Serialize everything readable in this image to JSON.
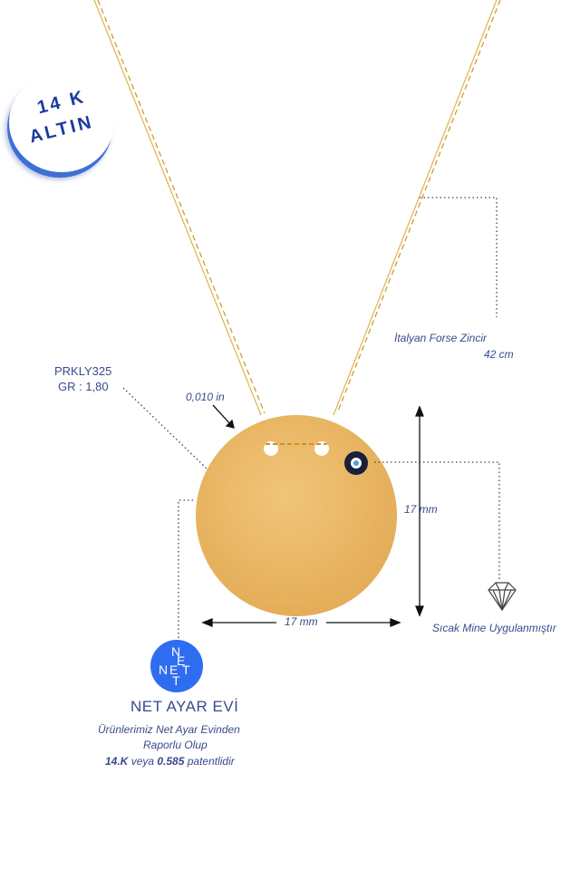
{
  "badge": {
    "line1": "14 K",
    "line2": "ALTIN"
  },
  "product": {
    "code": "PRKLY325",
    "weight": "GR : 1,80"
  },
  "dimensions": {
    "thickness": "0,010 in",
    "height": "17 mm",
    "width": "17 mm"
  },
  "chain": {
    "name": "İtalyan Forse Zincir",
    "length": "42 cm"
  },
  "enamel": {
    "label": "Sıcak Mine Uygulanmıştır"
  },
  "brand": {
    "logo_letters": [
      "N",
      "E",
      "T",
      "N",
      "E",
      "T"
    ],
    "name": "NET AYAR EVİ",
    "line1": "Ürünlerimiz Net Ayar Evinden",
    "line2": "Raporlu Olup",
    "line3_bold_a": "14.K",
    "line3_mid": " veya ",
    "line3_bold_b": "0.585",
    "line3_end": " patentlidir"
  },
  "colors": {
    "gold": "#e9b867",
    "chain": "#d9a637",
    "text": "#3a4a8c",
    "blue": "#2f6df0"
  },
  "icons": [
    "diamond-icon",
    "evil-eye-bead"
  ]
}
